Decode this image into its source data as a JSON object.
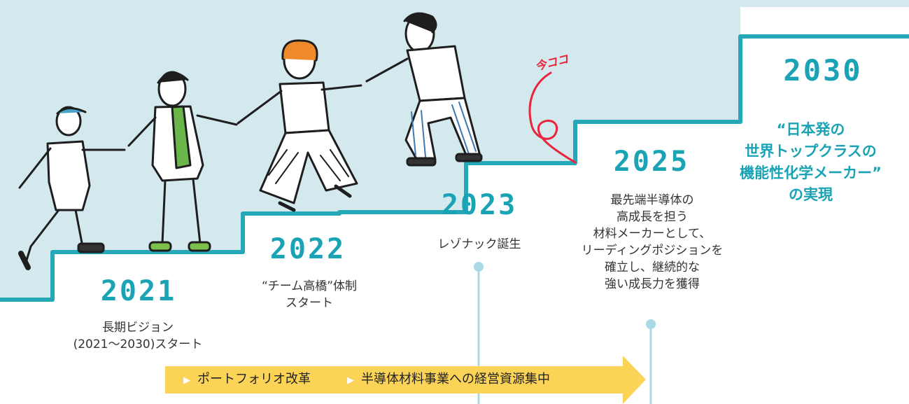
{
  "colors": {
    "sky": "#d3e9ee",
    "stair_outline": "#25a9b8",
    "year_text": "#1aa3b5",
    "timeline": "#a9d9e5",
    "arrow": "#fbd457",
    "note_red": "#e8253a"
  },
  "milestones": [
    {
      "year": "2021",
      "description": "長期ビジョン\n(2021〜2030)スタート"
    },
    {
      "year": "2022",
      "description": "“チーム高橋”体制\nスタート"
    },
    {
      "year": "2023",
      "description": "レゾナック誕生"
    },
    {
      "year": "2025",
      "description": "最先端半導体の\n高成長を担う\n材料メーカーとして、\nリーディングポジションを\n確立し、継続的な\n強い成長力を獲得"
    }
  ],
  "goal": {
    "year": "2030",
    "text": "“日本発の\n世界トップクラスの\n機能性化学メーカー”\nの実現"
  },
  "now_note": "今ココ",
  "arrow_items": [
    "ポートフォリオ改革",
    "半導体材料事業への経営資源集中"
  ],
  "illustration": {
    "subject": "four people holding hands climbing stairs"
  }
}
